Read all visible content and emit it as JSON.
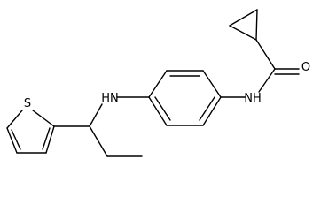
{
  "molecule": {
    "atom_labels": {
      "sulfur": "S",
      "amine_nh": "HN",
      "amide_nh": "NH",
      "oxygen": "O"
    },
    "colors": {
      "bond": "#000000",
      "text": "#000000",
      "background": "#ffffff"
    }
  }
}
